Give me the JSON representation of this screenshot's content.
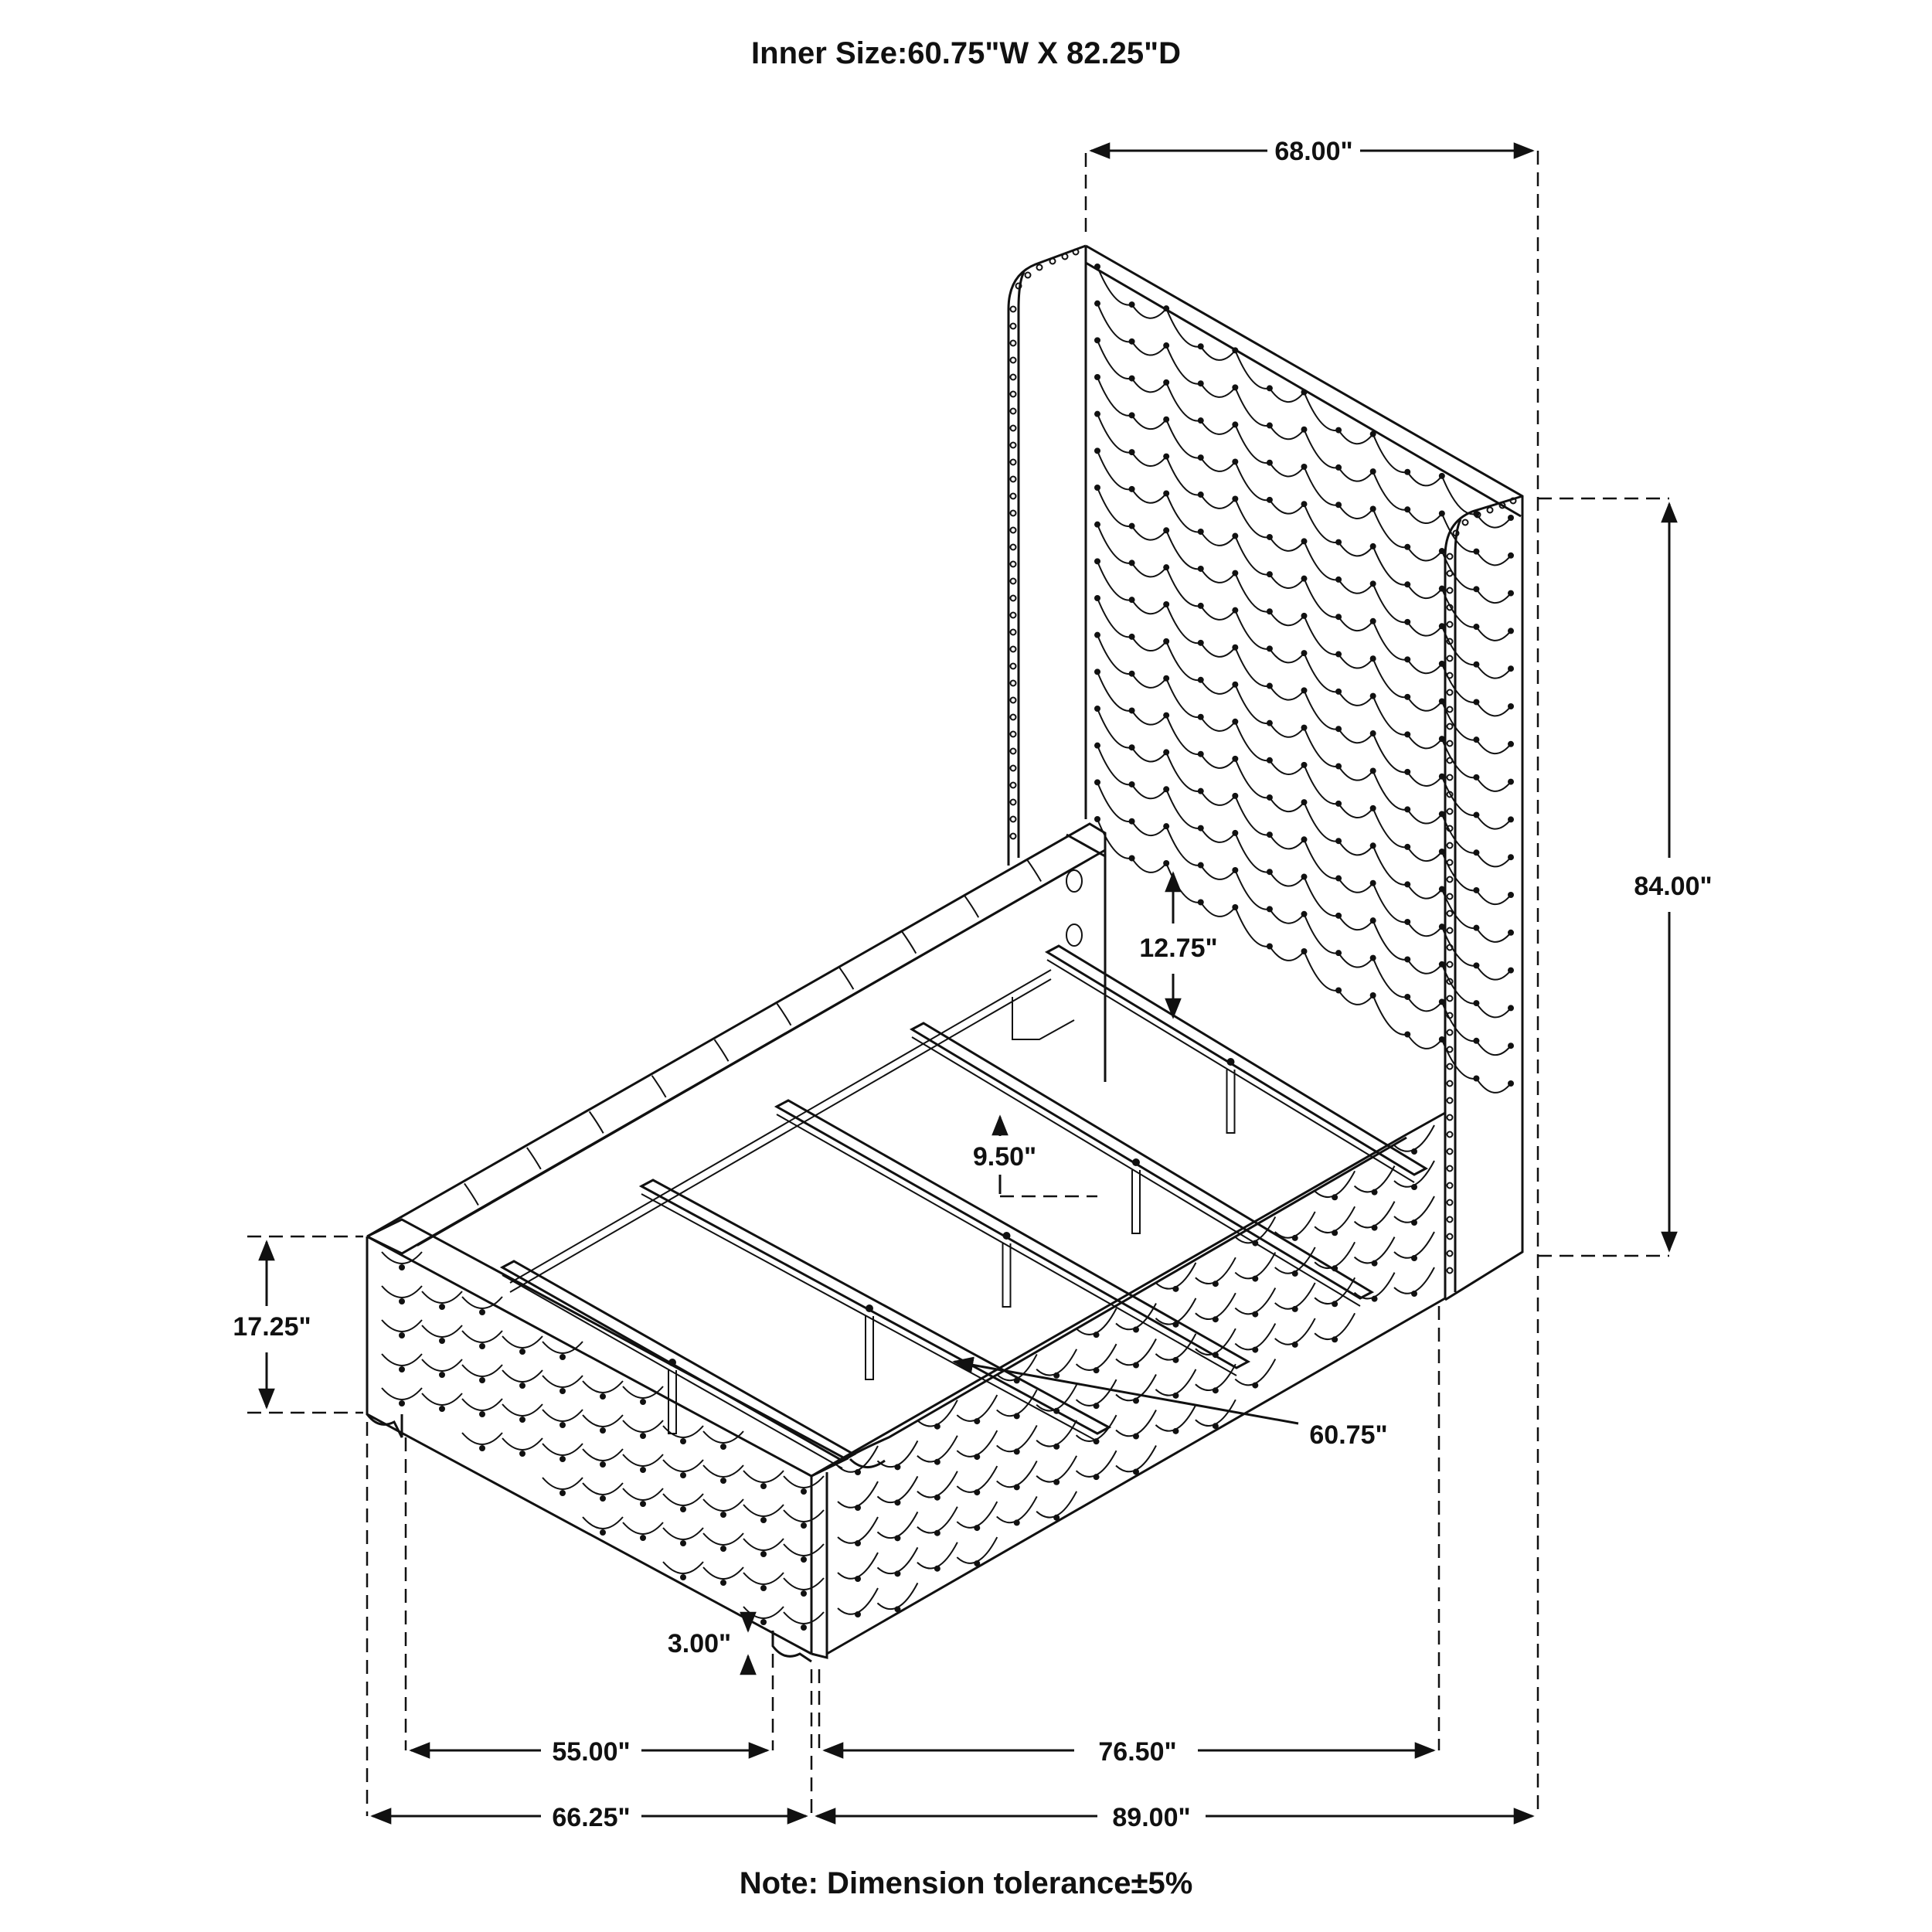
{
  "header": {
    "title": "Inner Size:60.75\"W X 82.25\"D"
  },
  "footer": {
    "note": "Note: Dimension tolerance±5%"
  },
  "dimensions": {
    "headboard_width": "68.00\"",
    "headboard_height": "84.00\"",
    "under_clearance": "12.75\"",
    "slat_leg_height": "9.50\"",
    "inner_width": "60.75\"",
    "rail_height": "17.25\"",
    "leg_height": "3.00\"",
    "inner_footboard_width": "55.00\"",
    "inner_side_length": "76.50\"",
    "overall_width": "66.25\"",
    "overall_length": "89.00\""
  }
}
